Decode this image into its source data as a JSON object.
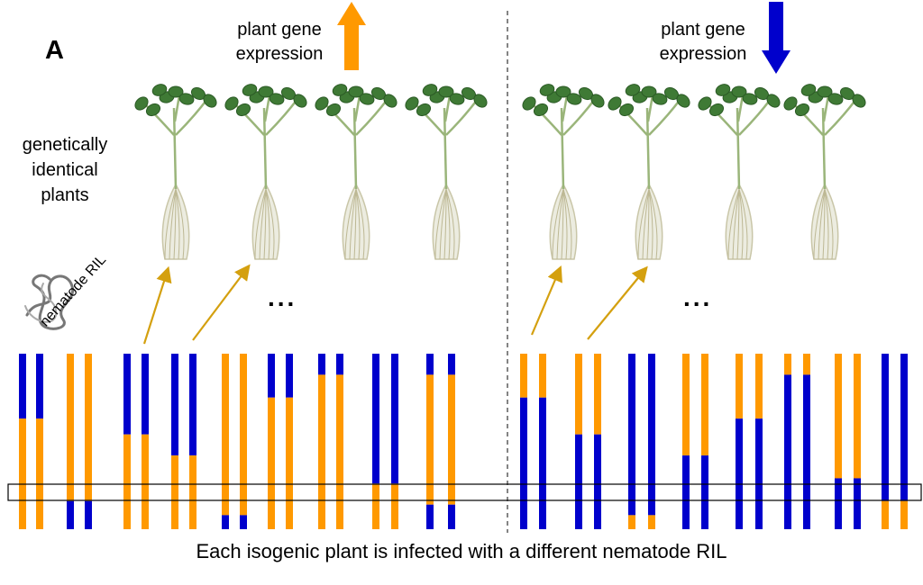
{
  "panel_label": "A",
  "left_label": [
    "plant gene",
    "expression"
  ],
  "right_label": [
    "plant gene",
    "expression"
  ],
  "plants_label": [
    "genetically",
    "identical",
    "plants"
  ],
  "nematode_label": "nematode RIL",
  "ellipsis": "...",
  "caption": "Each isogenic plant is infected with a different nematode RIL",
  "colors": {
    "orange": "#ff9900",
    "blue": "#0000cc",
    "arrow": "#d4a00f"
  },
  "ril_genotypes_left": [
    [
      [
        "blue",
        0.37
      ],
      [
        "orange",
        1
      ]
    ],
    [
      [
        "orange",
        0.84
      ],
      [
        "blue",
        1
      ]
    ],
    [
      [
        "blue",
        0.46
      ],
      [
        "orange",
        1
      ]
    ],
    [
      [
        "blue",
        0.58
      ],
      [
        "orange",
        1
      ]
    ],
    [
      [
        "orange",
        0.92
      ],
      [
        "blue",
        1
      ]
    ],
    [
      [
        "blue",
        0.25
      ],
      [
        "orange",
        1
      ]
    ],
    [
      [
        "blue",
        0.12
      ],
      [
        "orange",
        1
      ]
    ],
    [
      [
        "blue",
        0.74
      ],
      [
        "orange",
        1
      ]
    ],
    [
      [
        "blue",
        0.12
      ],
      [
        "orange",
        0.86
      ],
      [
        "blue",
        1
      ]
    ]
  ],
  "ril_genotypes_right": [
    [
      [
        "orange",
        0.25
      ],
      [
        "blue",
        1
      ]
    ],
    [
      [
        "orange",
        0.46
      ],
      [
        "blue",
        1
      ]
    ],
    [
      [
        "blue",
        0.92
      ],
      [
        "orange",
        1
      ]
    ],
    [
      [
        "orange",
        0.58
      ],
      [
        "blue",
        1
      ]
    ],
    [
      [
        "orange",
        0.37
      ],
      [
        "blue",
        1
      ]
    ],
    [
      [
        "orange",
        0.12
      ],
      [
        "blue",
        1
      ]
    ],
    [
      [
        "orange",
        0.71
      ],
      [
        "blue",
        1
      ]
    ],
    [
      [
        "blue",
        0.84
      ],
      [
        "orange",
        1
      ]
    ]
  ]
}
